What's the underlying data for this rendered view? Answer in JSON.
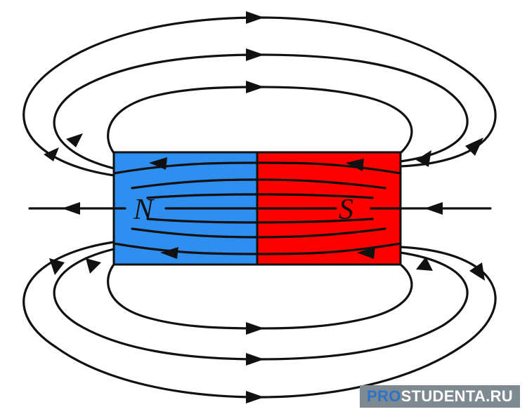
{
  "diagram": {
    "magnet": {
      "north_label": "N",
      "south_label": "S",
      "north_color": "#2e8ff0",
      "south_color": "#ff0000",
      "outline_color": "#111111"
    },
    "field_line_color": "#111111"
  },
  "watermark": {
    "prefix": "PRO",
    "suffix": "STUDENTA.RU",
    "prefix_color": "#2c73c9",
    "suffix_color": "#ffffff",
    "background": "#7d8a91"
  }
}
